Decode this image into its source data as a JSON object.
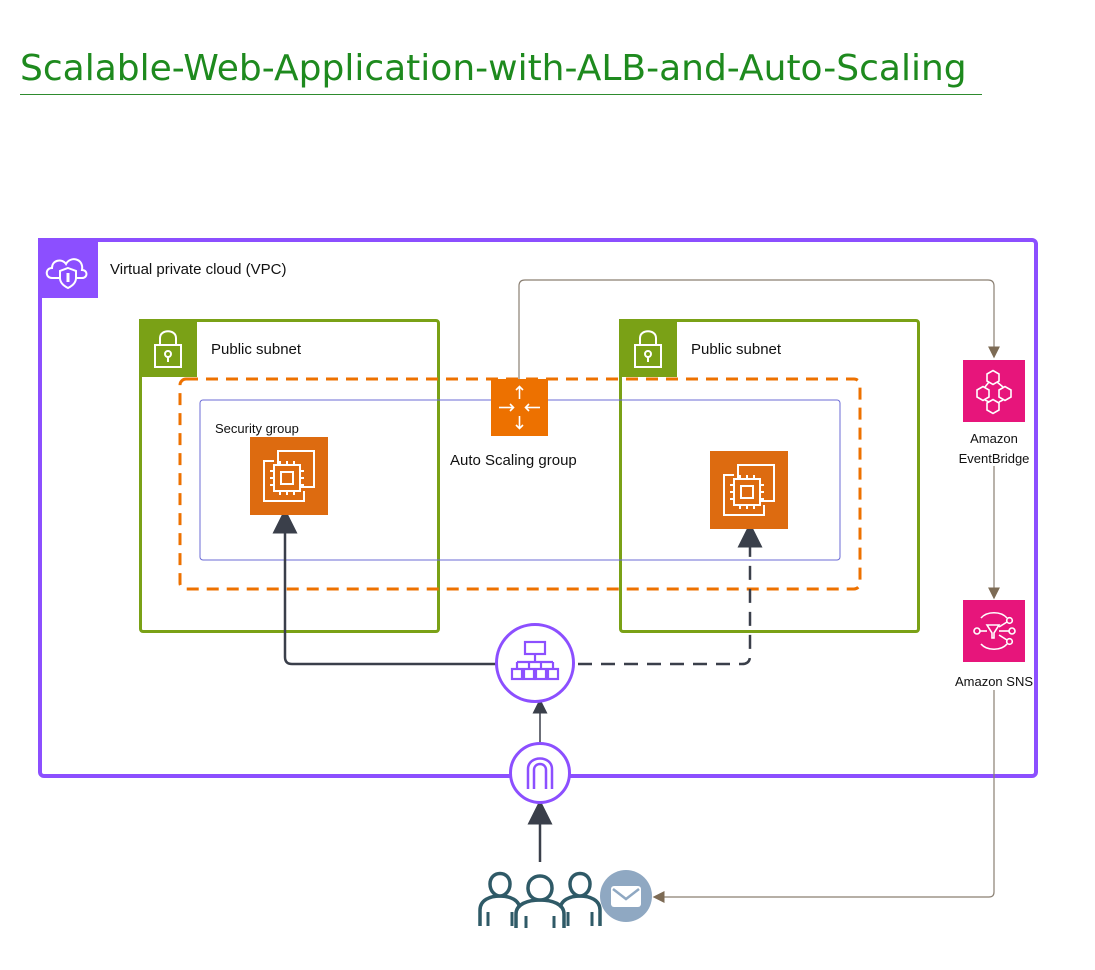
{
  "title": "Scalable-Web-Application-with-ALB-and-Auto-Scaling",
  "vpc": {
    "label": "Virtual private cloud (VPC)",
    "color": "#8c4fff"
  },
  "subnets": [
    {
      "label": "Public subnet",
      "color": "#7aa116"
    },
    {
      "label": "Public subnet",
      "color": "#7aa116"
    }
  ],
  "security_group": {
    "label": "Security group",
    "color": "#6b6bd6"
  },
  "auto_scaling_group": {
    "label": "Auto Scaling group",
    "color": "#ed7100"
  },
  "services": {
    "eventbridge": {
      "line1": "Amazon",
      "line2": "EventBridge",
      "color": "#e7157b",
      "icon": "eventbridge-icon"
    },
    "sns": {
      "label": "Amazon SNS",
      "color": "#e7157b",
      "icon": "sns-icon"
    }
  },
  "icons": [
    "cloud-shield-icon",
    "lock-icon",
    "ec2-instance-icon",
    "auto-scaling-icon",
    "load-balancer-icon",
    "internet-gateway-icon",
    "users-icon",
    "email-icon"
  ]
}
